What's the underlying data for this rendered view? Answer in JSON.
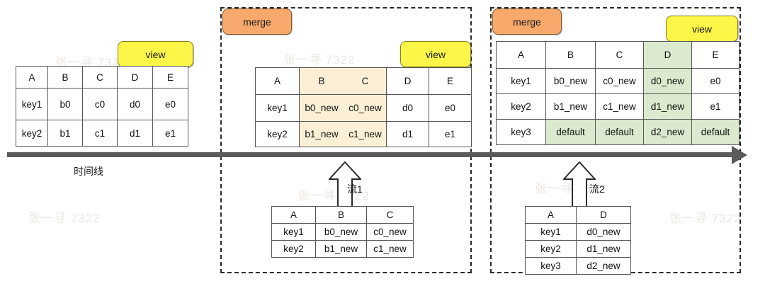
{
  "diagram": {
    "timeline": {
      "label": "时间线",
      "arrow_direction": "right"
    },
    "watermarks": [
      "张一寻 7322",
      "张一寻 7322",
      "张一寻 7322",
      "张一寻 7322",
      "张一寻 7322",
      "张一寻 7322"
    ],
    "colors": {
      "merge_pill": "#f6a96b",
      "view_pill": "#fbf648",
      "highlight_beige": "#fbf0d6",
      "highlight_green": "#dbeace",
      "timeline": "#5a5a5a",
      "table_border": "#575757",
      "dashed_border": "#2b2b2b"
    },
    "stages": [
      {
        "id": "stage-initial",
        "view_label": "view",
        "merge_label": null,
        "table": {
          "columns": [
            "A",
            "B",
            "C",
            "D",
            "E"
          ],
          "rows": [
            [
              "key1",
              "b0",
              "c0",
              "d0",
              "e0"
            ],
            [
              "key2",
              "b1",
              "c1",
              "d1",
              "e1"
            ]
          ],
          "highlight": []
        },
        "stream": null
      },
      {
        "id": "stage-merge-1",
        "view_label": "view",
        "merge_label": "merge",
        "table": {
          "columns": [
            "A",
            "B",
            "C",
            "D",
            "E"
          ],
          "rows": [
            [
              "key1",
              "b0_new",
              "c0_new",
              "d0",
              "e0"
            ],
            [
              "key2",
              "b1_new",
              "c1_new",
              "d1",
              "e1"
            ]
          ],
          "highlight": [
            "B",
            "C"
          ],
          "highlight_color": "beige"
        },
        "stream": {
          "label": "流1",
          "columns": [
            "A",
            "B",
            "C"
          ],
          "rows": [
            [
              "key1",
              "b0_new",
              "c0_new"
            ],
            [
              "key2",
              "b1_new",
              "c1_new"
            ]
          ]
        }
      },
      {
        "id": "stage-merge-2",
        "view_label": "view",
        "merge_label": "merge",
        "table": {
          "columns": [
            "A",
            "B",
            "C",
            "D",
            "E"
          ],
          "rows": [
            [
              "key1",
              "b0_new",
              "c0_new",
              "d0_new",
              "e0"
            ],
            [
              "key2",
              "b1_new",
              "c1_new",
              "d1_new",
              "e1"
            ],
            [
              "key3",
              "default",
              "default",
              "d2_new",
              "default"
            ]
          ],
          "highlight": [
            "D"
          ],
          "highlight_row": "key3",
          "highlight_color": "green"
        },
        "stream": {
          "label": "流2",
          "columns": [
            "A",
            "D"
          ],
          "rows": [
            [
              "key1",
              "d0_new"
            ],
            [
              "key2",
              "d1_new"
            ],
            [
              "key3",
              "d2_new"
            ]
          ]
        }
      }
    ]
  }
}
